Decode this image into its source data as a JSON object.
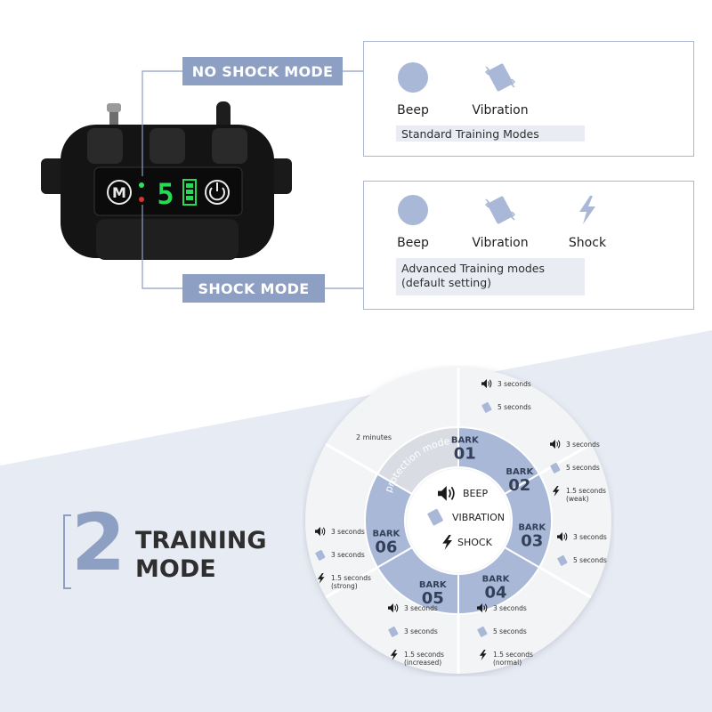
{
  "modes": {
    "no_shock": {
      "label": "NO SHOCK MODE",
      "features": [
        "Beep",
        "Vibration"
      ],
      "note": "Standard Training Modes"
    },
    "shock": {
      "label": "SHOCK MODE",
      "features": [
        "Beep",
        "Vibration",
        "Shock"
      ],
      "note_line1": "Advanced Training modes",
      "note_line2": "(default setting)"
    }
  },
  "device": {
    "m_button": "M",
    "display_digit": "5"
  },
  "title": {
    "number": "2",
    "line1": "TRAINING",
    "line2": "MODE"
  },
  "wheel": {
    "protection_label": "protection mode",
    "protection_time": "2 minutes",
    "center": {
      "beep": "BEEP",
      "vibration": "VIBRATION",
      "shock": "SHOCK"
    },
    "barks": [
      {
        "word": "BARK",
        "num": "01",
        "items": [
          {
            "icon": "speaker-icon",
            "text": "3 seconds"
          },
          {
            "icon": "vibration-icon",
            "text": "5 seconds"
          }
        ]
      },
      {
        "word": "BARK",
        "num": "02",
        "items": [
          {
            "icon": "speaker-icon",
            "text": "3 seconds"
          },
          {
            "icon": "vibration-icon",
            "text": "5 seconds"
          },
          {
            "icon": "lightning-icon",
            "text": "1.5 seconds",
            "sub": "(weak)"
          }
        ]
      },
      {
        "word": "BARK",
        "num": "03",
        "items": [
          {
            "icon": "speaker-icon",
            "text": "3 seconds"
          },
          {
            "icon": "vibration-icon",
            "text": "5 seconds"
          }
        ]
      },
      {
        "word": "BARK",
        "num": "04",
        "items": [
          {
            "icon": "speaker-icon",
            "text": "3 seconds"
          },
          {
            "icon": "vibration-icon",
            "text": "5 seconds"
          },
          {
            "icon": "lightning-icon",
            "text": "1.5 seconds",
            "sub": "(normal)"
          }
        ]
      },
      {
        "word": "BARK",
        "num": "05",
        "items": [
          {
            "icon": "speaker-icon",
            "text": "3 seconds"
          },
          {
            "icon": "vibration-icon",
            "text": "3 seconds"
          },
          {
            "icon": "lightning-icon",
            "text": "1.5 seconds",
            "sub": "(increased)"
          }
        ]
      },
      {
        "word": "BARK",
        "num": "06",
        "items": [
          {
            "icon": "speaker-icon",
            "text": "3 seconds"
          },
          {
            "icon": "vibration-icon",
            "text": "3 seconds"
          },
          {
            "icon": "lightning-icon",
            "text": "1.5 seconds",
            "sub": "(strong)"
          }
        ]
      }
    ]
  },
  "colors": {
    "accent": "#8d9fc2",
    "accent_dark": "#34405a",
    "label_bg": "#8d9fc2",
    "lower_bg": "#e7ebf3",
    "wheel_outer": "#f3f4f6",
    "wheel_ring": "#d9dce2",
    "wheel_inner": "#a9b8d6"
  }
}
